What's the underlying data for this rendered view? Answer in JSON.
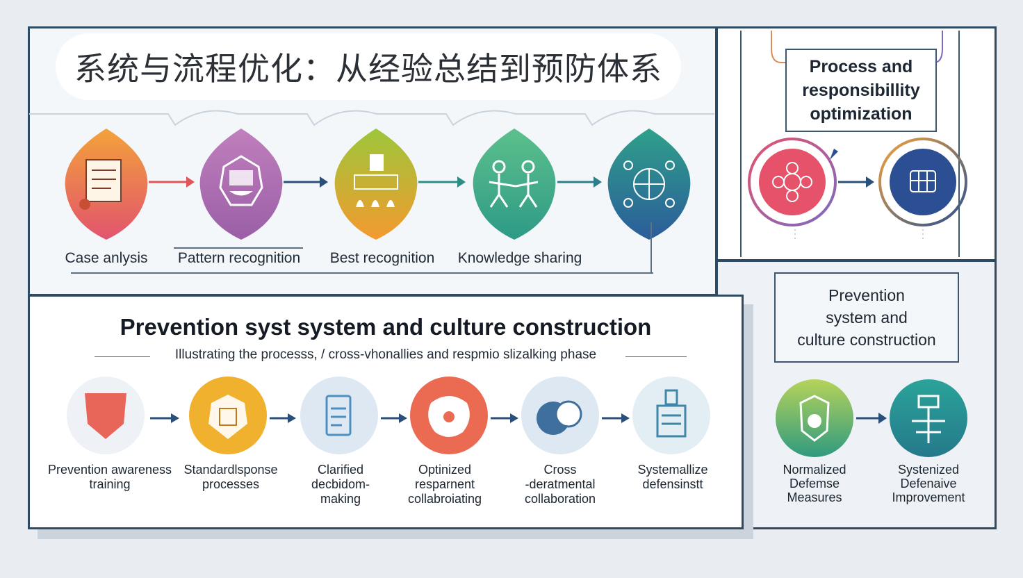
{
  "title": "系统与流程优化：从经验总结到预防体系",
  "top_stages": [
    {
      "label": "Case anlysis",
      "color_top": "#f3a23a",
      "color_bottom": "#e2546e",
      "icon": "clipboard-icon"
    },
    {
      "label": "Pattern recognition",
      "color_top": "#b56fb1",
      "color_bottom": "#9a5fa6",
      "icon": "brain-icon"
    },
    {
      "label": "Best recognition",
      "color_top": "#9dc63a",
      "color_bottom": "#f39a2e",
      "icon": "document-icon"
    },
    {
      "label": "Knowledge sharing",
      "color_top": "#56b68a",
      "color_bottom": "#2e9a86",
      "icon": "people-icon"
    },
    {
      "label": "",
      "color_top": "#2e9488",
      "color_bottom": "#2c5c9a",
      "icon": "network-icon"
    }
  ],
  "right_top": {
    "box": "Process and\nresponsibillity\noptimization",
    "circle_left_color": "#e5526a",
    "circle_right_color": "#2b4f92"
  },
  "bottom": {
    "title": "Prevention syst system and culture construction",
    "subtitle": "Illustrating the processs, / cross-vhonallies and respmio slizalking phase",
    "steps": [
      {
        "label": "Prevention awareness\ntraining",
        "color": "#e8655a",
        "icon": "shield-icon"
      },
      {
        "label": "Standardlsponse\nprocesses",
        "color": "#f0b12e",
        "icon": "gear-icon"
      },
      {
        "label": "Clarified\ndecbidom-\nmaking",
        "color": "#4d8fc0",
        "icon": "decision-icon"
      },
      {
        "label": "Optinized\nresparnent\ncollabroiating",
        "color": "#ea6a52",
        "icon": "flower-icon"
      },
      {
        "label": "Cross\n-deratmental\ncollaboration",
        "color": "#3f6f9d",
        "icon": "collaboration-icon"
      },
      {
        "label": "Systemallize\ndefensinstt",
        "color": "#6ab0c8",
        "icon": "system-icon"
      }
    ]
  },
  "right_bottom": {
    "box": "Prevention\nsystem and\nculture construction",
    "items": [
      {
        "label": "Normalized\nDefemse\nMeasures",
        "color_top": "#b6d35a",
        "color_bottom": "#2f9a7f",
        "icon": "defense-icon"
      },
      {
        "label": "Systenized\nDefenaive\nImprovement",
        "color_top": "#2aa39a",
        "color_bottom": "#25798a",
        "icon": "improvement-icon"
      }
    ]
  },
  "accent": "#2f4a63"
}
